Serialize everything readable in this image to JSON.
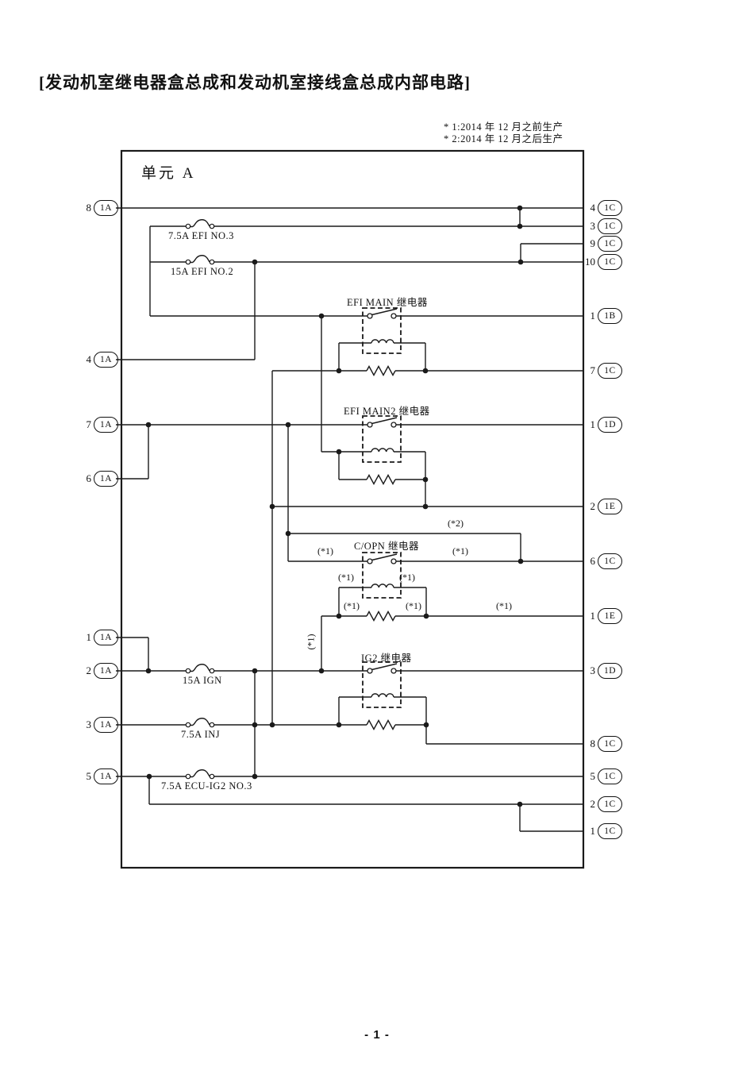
{
  "page": {
    "title": "[发动机室继电器盒总成和发动机室接线盒总成内部电路]",
    "note_line1": "* 1:2014 年 12 月之前生产",
    "note_line2": "* 2:2014 年 12 月之后生产",
    "page_number": "- 1 -"
  },
  "unit": {
    "label": "单元 A"
  },
  "relays": [
    {
      "name": "EFI MAIN 继电器"
    },
    {
      "name": "EFI MAIN2 继电器"
    },
    {
      "name": "C/OPN 继电器"
    },
    {
      "name": "IG2 继电器"
    }
  ],
  "fuses": [
    {
      "label": "7.5A EFI NO.3"
    },
    {
      "label": "15A EFI NO.2"
    },
    {
      "label": "15A IGN"
    },
    {
      "label": "7.5A INJ"
    },
    {
      "label": "7.5A ECU-IG2 NO.3"
    }
  ],
  "annotations": {
    "star1": "(*1)",
    "star2": "(*2)"
  },
  "pins_left": [
    {
      "number": "8",
      "connector": "1A"
    },
    {
      "number": "4",
      "connector": "1A"
    },
    {
      "number": "7",
      "connector": "1A"
    },
    {
      "number": "6",
      "connector": "1A"
    },
    {
      "number": "1",
      "connector": "1A"
    },
    {
      "number": "2",
      "connector": "1A"
    },
    {
      "number": "3",
      "connector": "1A"
    },
    {
      "number": "5",
      "connector": "1A"
    }
  ],
  "pins_right": [
    {
      "number": "4",
      "connector": "1C"
    },
    {
      "number": "3",
      "connector": "1C"
    },
    {
      "number": "9",
      "connector": "1C"
    },
    {
      "number": "10",
      "connector": "1C"
    },
    {
      "number": "1",
      "connector": "1B"
    },
    {
      "number": "7",
      "connector": "1C"
    },
    {
      "number": "1",
      "connector": "1D"
    },
    {
      "number": "2",
      "connector": "1E"
    },
    {
      "number": "6",
      "connector": "1C"
    },
    {
      "number": "1",
      "connector": "1E"
    },
    {
      "number": "3",
      "connector": "1D"
    },
    {
      "number": "8",
      "connector": "1C"
    },
    {
      "number": "5",
      "connector": "1C"
    },
    {
      "number": "2",
      "connector": "1C"
    },
    {
      "number": "1",
      "connector": "1C"
    }
  ]
}
